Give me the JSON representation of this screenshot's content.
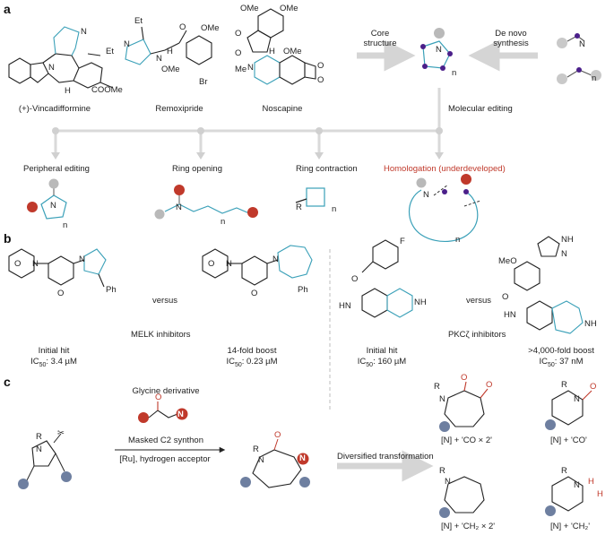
{
  "panels": {
    "a": "a",
    "b": "b",
    "c": "c"
  },
  "a": {
    "compounds": [
      "(+)-Vincadifformine",
      "Remoxipride",
      "Noscapine"
    ],
    "core_structure": "Core\nstructure",
    "de_novo": "De novo\nsynthesis",
    "molecular_editing": "Molecular editing",
    "strategies": [
      "Peripheral editing",
      "Ring opening",
      "Ring contraction",
      "Homologation (underdeveloped)"
    ],
    "atoms": {
      "N": "N",
      "Et": "Et",
      "H": "H",
      "COOMe": "COOMe",
      "OMe": "OMe",
      "Br": "Br",
      "Me": "Me",
      "O": "O",
      "R": "R",
      "n": "n"
    }
  },
  "b": {
    "versus": "versus",
    "melk": "MELK inhibitors",
    "pkc": "PKCζ inhibitors",
    "items": [
      {
        "title": "Initial hit",
        "ic50_label": "IC",
        "sub": "50",
        "value": ": 3.4 µM"
      },
      {
        "title": "14-fold boost",
        "ic50_label": "IC",
        "sub": "50",
        "value": ": 0.23 µM"
      },
      {
        "title": "Initial hit",
        "ic50_label": "IC",
        "sub": "50",
        "value": ": 160 µM"
      },
      {
        "title": ">4,000-fold boost",
        "ic50_label": "IC",
        "sub": "50",
        "value": ": 37 nM"
      }
    ],
    "atoms": {
      "F": "F",
      "NH": "NH",
      "HN": "HN",
      "Ph": "Ph",
      "MeO": "MeO",
      "N": "N",
      "O": "O"
    }
  },
  "c": {
    "glycine": "Glycine derivative",
    "masked": "Masked C2 synthon",
    "conditions": "[Ru], hydrogen acceptor",
    "diversified": "Diversified transformation",
    "products": [
      "[N] + 'CO × 2'",
      "[N] + 'CO'",
      "[N] + 'CH₂ × 2'",
      "[N] + 'CH₂'"
    ],
    "atoms": {
      "R": "R",
      "N": "N",
      "O": "O",
      "H": "H"
    }
  }
}
